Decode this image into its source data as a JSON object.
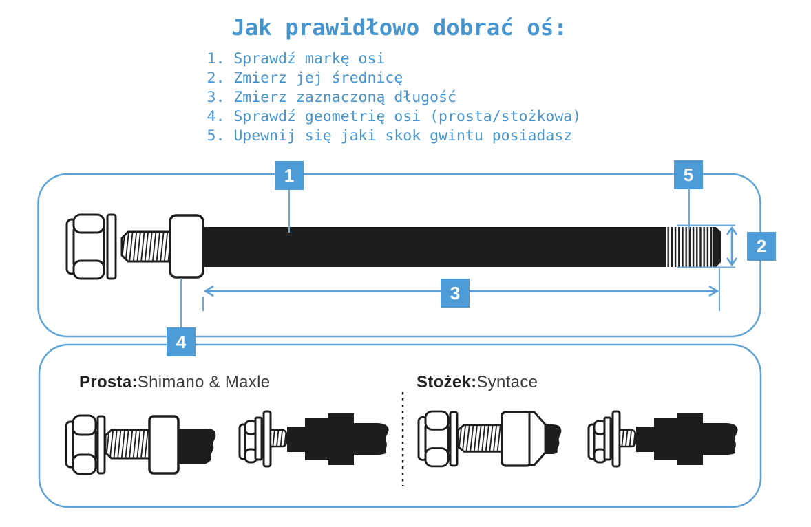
{
  "title": "Jak prawidłowo dobrać oś:",
  "steps": [
    "1. Sprawdź markę osi",
    "2. Zmierz jej średnicę",
    "3. Zmierz zaznaczoną długość",
    "4. Sprawdź geometrię osi (prosta/stożkowa)",
    "5. Upewnij się jaki skok gwintu posiadasz"
  ],
  "markers": [
    "1",
    "2",
    "3",
    "4",
    "5"
  ],
  "sections": {
    "prosta": {
      "label": "Prosta:",
      "brands": "Shimano & Maxle"
    },
    "stozek": {
      "label": "Stożek:",
      "brands": "Syntace"
    }
  },
  "colors": {
    "bluetext": "#4795cf",
    "marker": "#4d9cd8",
    "line": "#5b9fd6",
    "linelight": "#6ea9da",
    "border": "#5ea3d8",
    "ink": "#1d1d1b",
    "gray": "#3d3d3d"
  }
}
